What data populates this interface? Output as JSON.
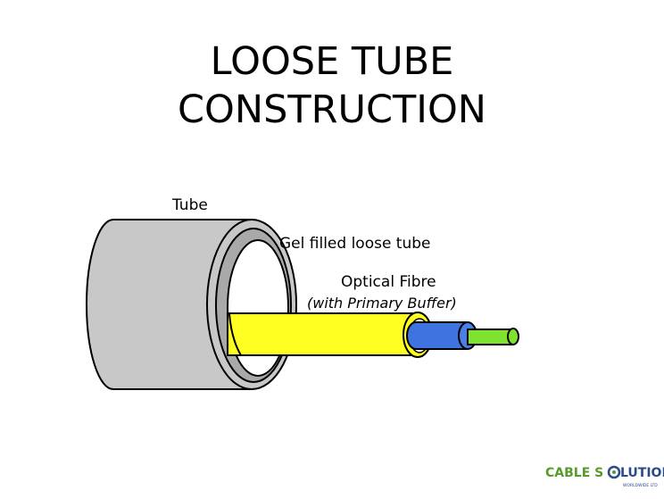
{
  "title_lines": [
    "LOOSE TUBE",
    "CONSTRUCTION"
  ],
  "labels": {
    "tube": "Tube",
    "gel": "Gel filled loose tube",
    "fibre": "Optical Fibre",
    "fibre_sub": "(with Primary Buffer)"
  },
  "logo": {
    "word1": "CABLE S",
    "word2": "LUTIONS",
    "tagline": "WORLDWIDE LTD"
  },
  "colors": {
    "outer_tube": "#c8c8c8",
    "gel": "#ffff22",
    "buffer": "#3f74e0",
    "fibre": "#7fe22f",
    "logo_green": "#5a9a2a",
    "logo_blue": "#2a4a8a"
  }
}
